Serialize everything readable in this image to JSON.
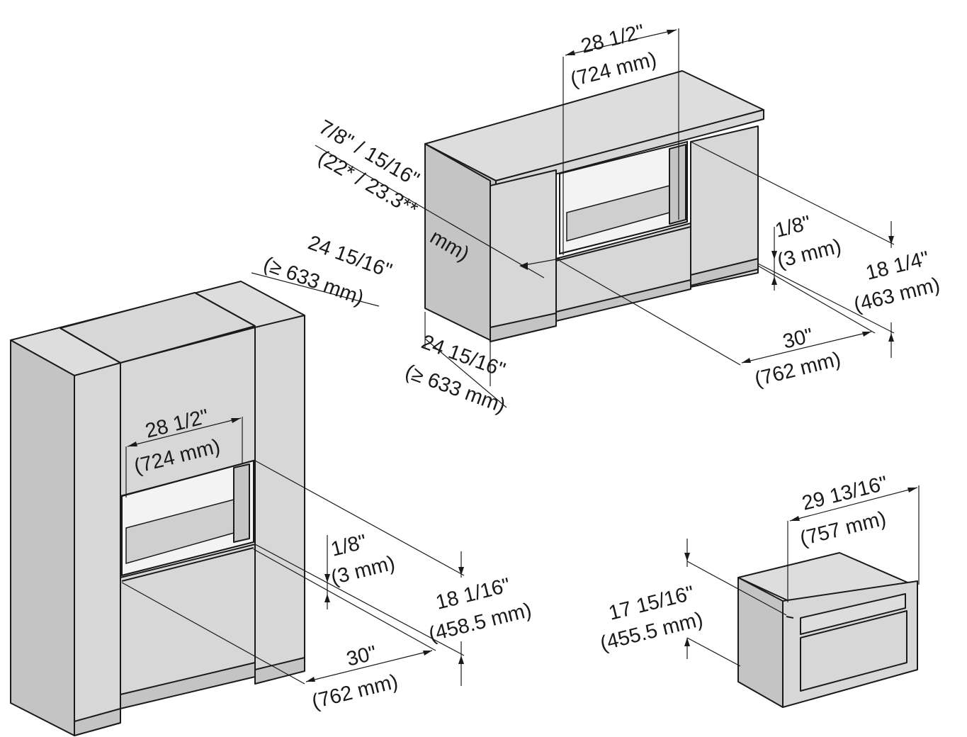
{
  "upper_unit": {
    "top_width": {
      "line1": "28 1/2\"",
      "line2": "(724 mm)"
    },
    "front_offset": {
      "line1": "7/8\" / 15/16\"",
      "line2": "(22* / 23.3**",
      "line3": "mm)"
    },
    "gap": {
      "line1": "1/8\"",
      "line2": "(3 mm)"
    },
    "niche_height": {
      "line1": "18 1/4\"",
      "line2": "(463 mm)"
    },
    "depth": {
      "line1": "30\"",
      "line2": "(762 mm)"
    },
    "cabinet_depth": {
      "line1": "24 15/16\"",
      "line2": "(≥ 633 mm)"
    }
  },
  "tall_unit": {
    "cabinet_depth": {
      "line1": "24 15/16\"",
      "line2": "(≥ 633 mm)"
    },
    "niche_width": {
      "line1": "28 1/2\"",
      "line2": "(724 mm)"
    },
    "gap": {
      "line1": "1/8\"",
      "line2": "(3 mm)"
    },
    "niche_height": {
      "line1": "18 1/16\"",
      "line2": "(458.5 mm)"
    },
    "depth": {
      "line1": "30\"",
      "line2": "(762 mm)"
    }
  },
  "appliance": {
    "width": {
      "line1": "29 13/16\"",
      "line2": "(757 mm)"
    },
    "height": {
      "line1": "17 15/16\"",
      "line2": "(455.5 mm)"
    }
  }
}
